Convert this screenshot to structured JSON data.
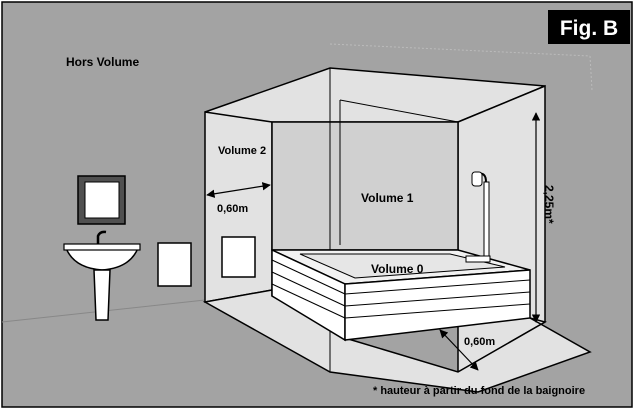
{
  "figure": {
    "badge": "Fig. B",
    "zones": {
      "hors_volume": "Hors Volume",
      "volume_2": "Volume 2",
      "volume_1": "Volume 1",
      "volume_0": "Volume 0"
    },
    "dimensions": {
      "width_volume_2": "0,60m",
      "floor_clearance": "0,60m",
      "height": "2,25m*"
    },
    "footnote": "* hauteur à partir du fond de la baignoire"
  },
  "colors": {
    "background": "#a3a3a3",
    "zone_fill": "#e2e2e2",
    "badge_bg": "#000000",
    "badge_text": "#ffffff"
  }
}
